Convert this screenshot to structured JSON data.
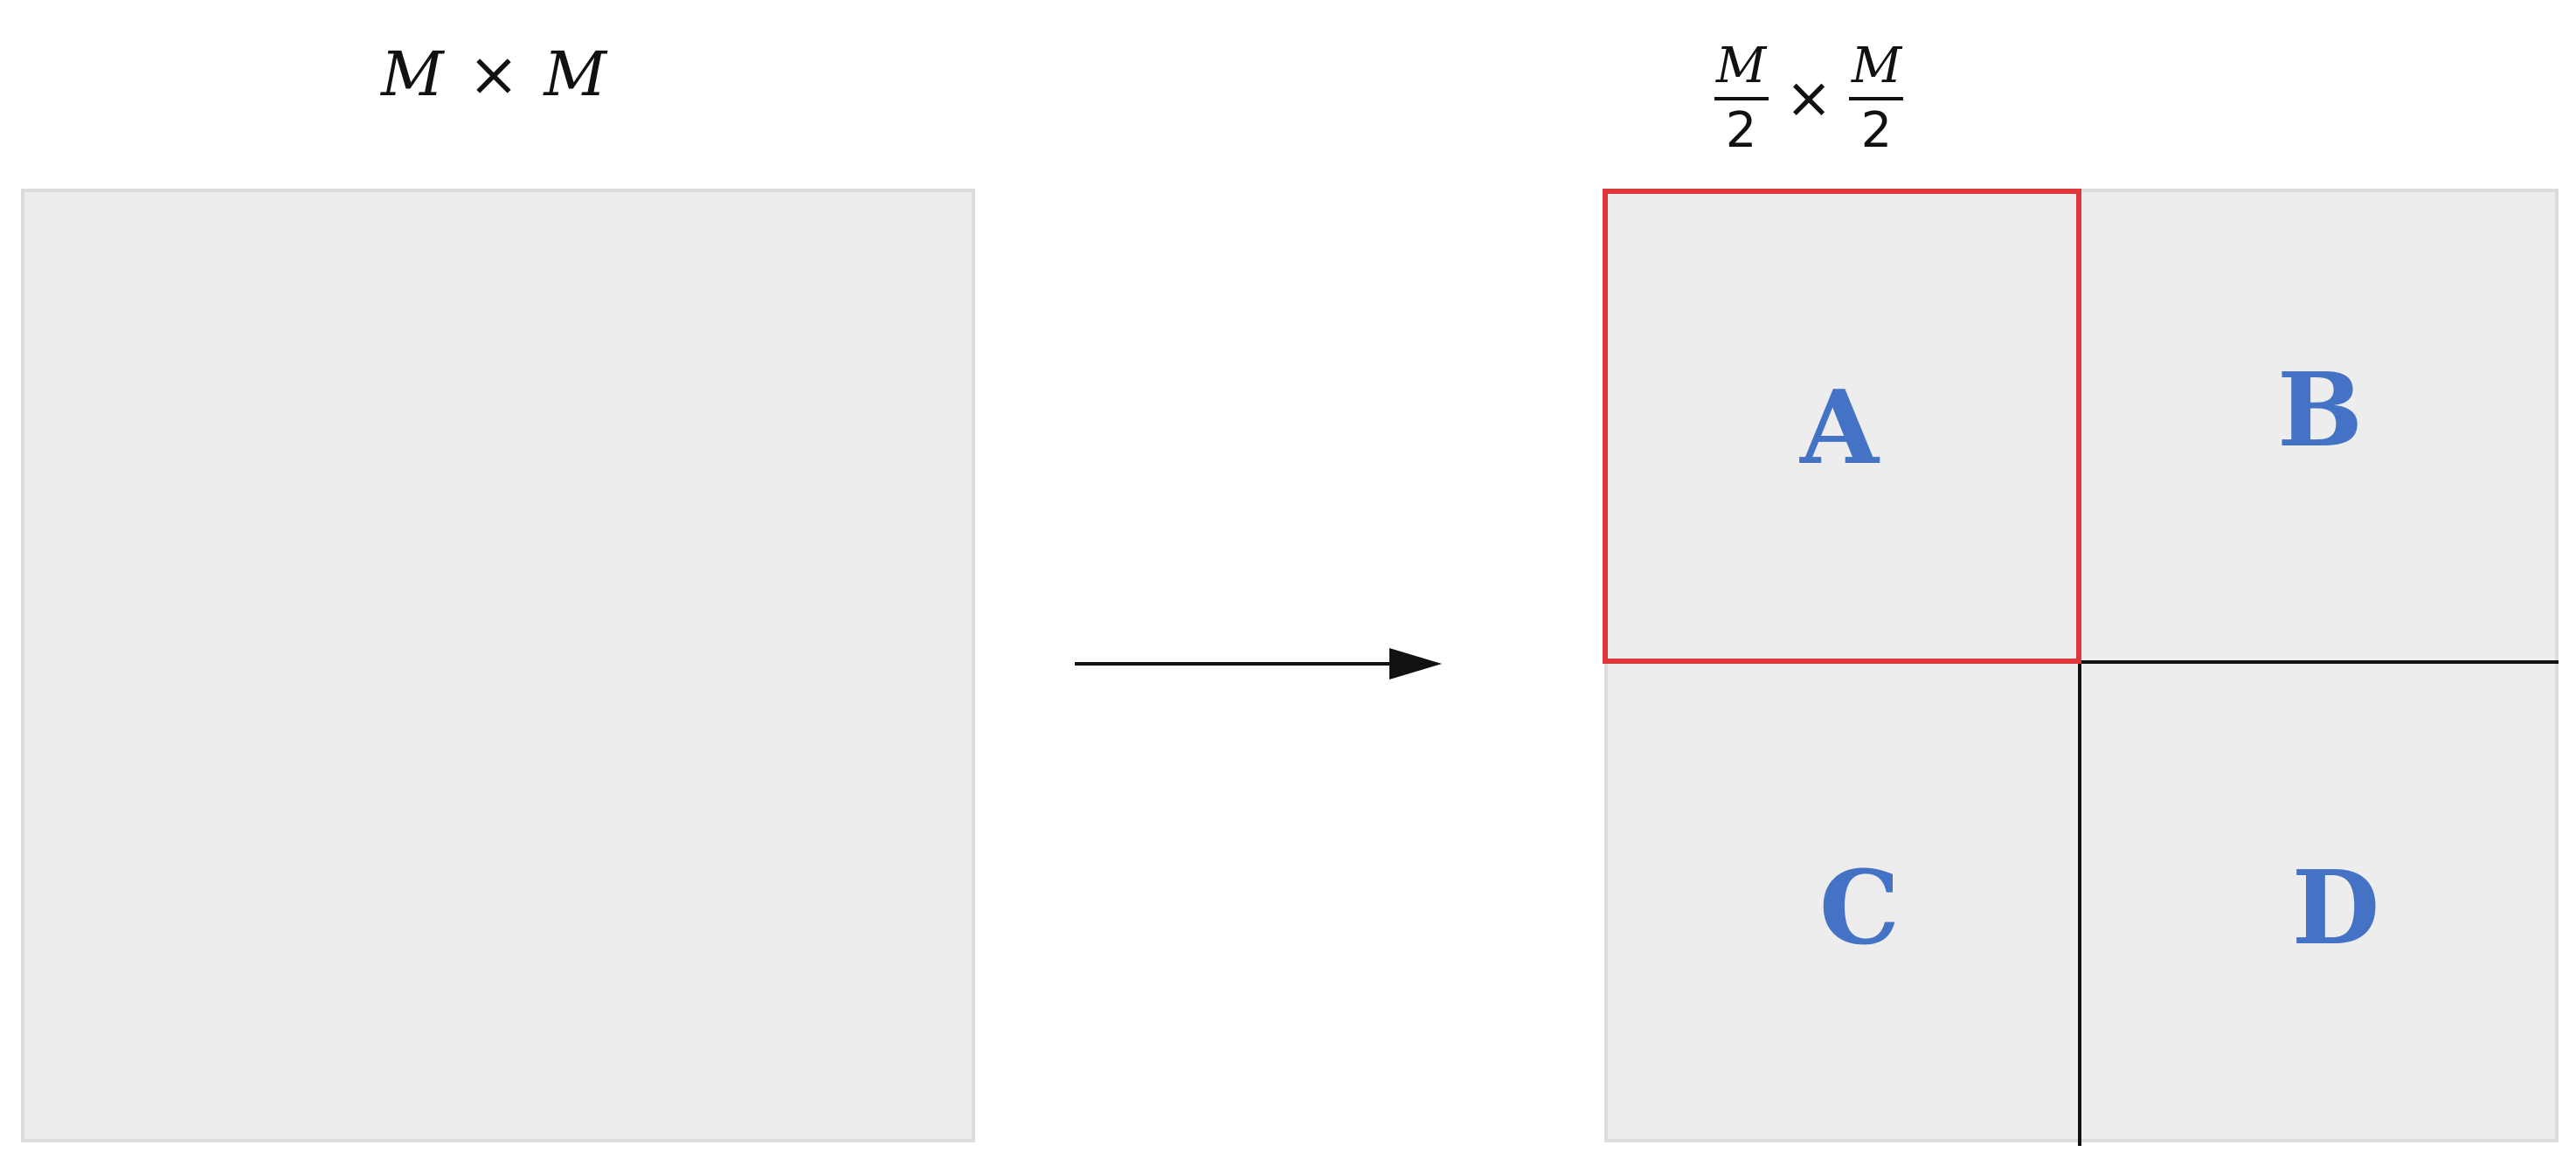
{
  "original_matrix": {
    "size_label": {
      "left": "M",
      "op": "×",
      "right": "M"
    }
  },
  "submatrix_size": {
    "num_left": "M",
    "den_left": "2",
    "op": "×",
    "num_right": "M",
    "den_right": "2"
  },
  "quadrants": {
    "a": "A",
    "b": "B",
    "c": "C",
    "d": "D"
  },
  "colors": {
    "matrix_fill": "#ededed",
    "label_color": "#4472c4",
    "highlight_border": "#e0353b",
    "divider": "#111111"
  },
  "highlighted_quadrant": "A"
}
